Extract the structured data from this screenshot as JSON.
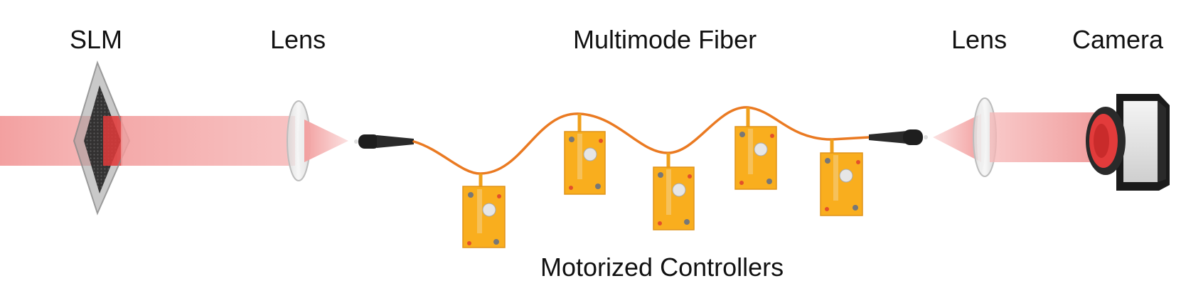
{
  "labels": {
    "slm": "SLM",
    "lens_left": "Lens",
    "fiber": "Multimode Fiber",
    "lens_right": "Lens",
    "camera": "Camera",
    "controllers": "Motorized Controllers"
  },
  "colors": {
    "beam": "#f4a3a3",
    "beam_core": "#e23b3b",
    "fiber": "#ea7a22",
    "controller": "#f9ae1e",
    "connector": "#1e1e1e",
    "camera_body": "#1a1a1a"
  },
  "icons": {
    "slm": "spatial-light-modulator-icon",
    "lens": "lens-icon",
    "connector": "fiber-connector-icon",
    "controller": "motorized-controller-icon",
    "camera": "camera-icon"
  }
}
